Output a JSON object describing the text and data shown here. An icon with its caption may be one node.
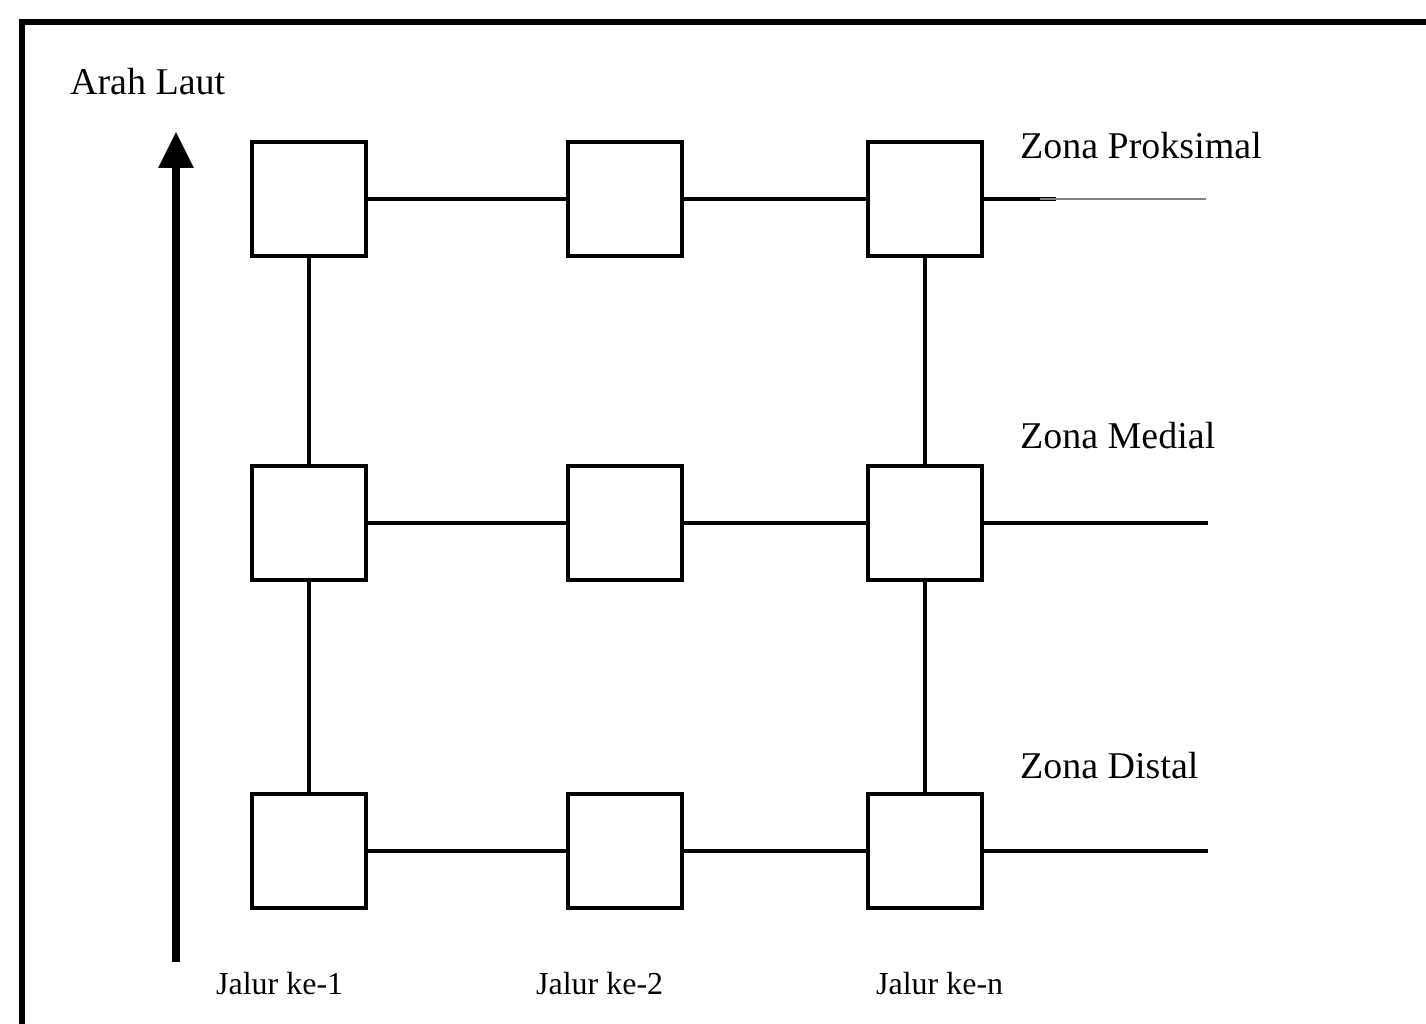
{
  "diagram": {
    "nodes": [
      {
        "text": [],
        "shape": "box"
      },
      {
        "text": [],
        "shape": "box"
      },
      {
        "text": [],
        "shape": "box"
      },
      {
        "text": [],
        "shape": "box"
      },
      {
        "text": [],
        "shape": "box"
      },
      {
        "text": [],
        "shape": "box"
      },
      {
        "text": [],
        "shape": "box"
      },
      {
        "text": [],
        "shape": "box"
      },
      {
        "text": [],
        "shape": "box"
      }
    ],
    "edges": [
      {
        "from": 0,
        "to": 1,
        "arrow": "none"
      },
      {
        "from": 1,
        "to": 2,
        "arrow": "none"
      },
      {
        "from": 3,
        "to": 4,
        "arrow": "none"
      },
      {
        "from": 4,
        "to": 5,
        "arrow": "none"
      },
      {
        "from": 6,
        "to": 7,
        "arrow": "none"
      },
      {
        "from": 7,
        "to": 8,
        "arrow": "none"
      },
      {
        "from": 0,
        "to": 3,
        "arrow": "none"
      },
      {
        "from": 3,
        "to": 6,
        "arrow": "none"
      },
      {
        "from": 2,
        "to": 5,
        "arrow": "none"
      },
      {
        "from": 5,
        "to": 8,
        "arrow": "none"
      },
      {
        "from": 2,
        "to": null,
        "arrow": "none"
      },
      {
        "from": 5,
        "to": null,
        "arrow": "none"
      },
      {
        "from": 8,
        "to": null,
        "arrow": "none"
      }
    ],
    "labels": [
      "Arah Laut",
      "Zona Proksimal",
      "Zona Medial",
      "Zona Distal",
      "Jalur ke-1",
      "Jalur ke-2",
      "Jalur ke-n"
    ]
  }
}
